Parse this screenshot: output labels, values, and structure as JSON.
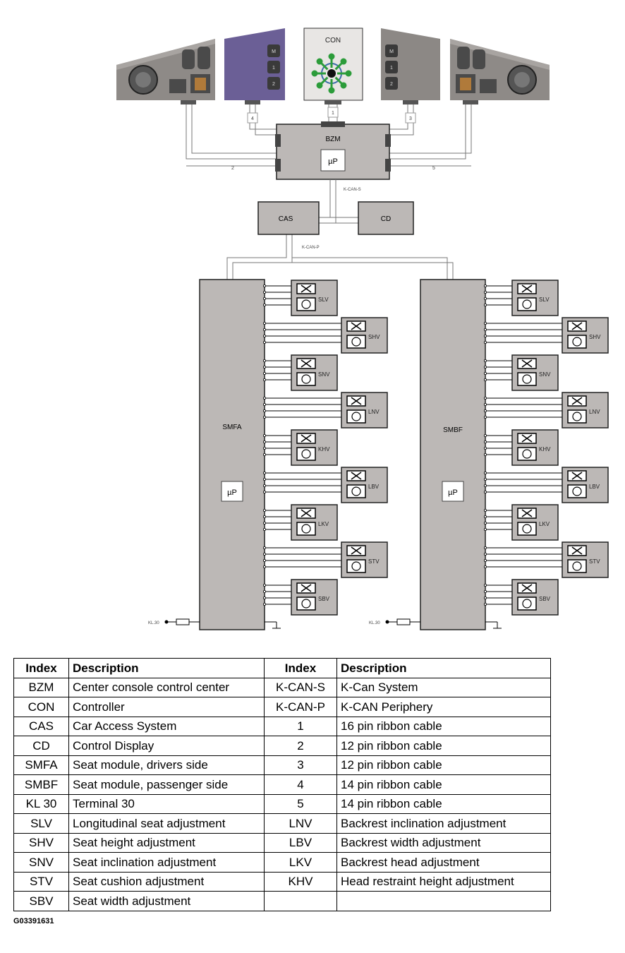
{
  "diagram": {
    "con_label": "CON",
    "bzm_label": "BZM",
    "up_label": "µP",
    "cas_label": "CAS",
    "cd_label": "CD",
    "kcan_s_label": "K-CAN-S",
    "kcan_p_label": "K-CAN-P",
    "cable_labels": [
      "1",
      "2",
      "3",
      "4",
      "5"
    ],
    "switch_labels": [
      "M",
      "1",
      "2"
    ],
    "smfa_label": "SMFA",
    "smbf_label": "SMBF",
    "kl30_label": "KL.30",
    "motors": [
      "SLV",
      "SHV",
      "SNV",
      "LNV",
      "KHV",
      "LBV",
      "LKV",
      "STV",
      "SBV"
    ]
  },
  "legend": {
    "headers": [
      "Index",
      "Description",
      "Index",
      "Description"
    ],
    "rows": [
      [
        "BZM",
        "Center console control center",
        "K-CAN-S",
        "K-Can System"
      ],
      [
        "CON",
        "Controller",
        "K-CAN-P",
        "K-CAN Periphery"
      ],
      [
        "CAS",
        "Car Access System",
        "1",
        "16 pin ribbon cable"
      ],
      [
        "CD",
        "Control Display",
        "2",
        "12 pin ribbon cable"
      ],
      [
        "SMFA",
        "Seat module, drivers side",
        "3",
        "12 pin ribbon cable"
      ],
      [
        "SMBF",
        "Seat module, passenger side",
        "4",
        "14 pin ribbon cable"
      ],
      [
        "KL 30",
        "Terminal 30",
        "5",
        "14 pin ribbon cable"
      ],
      [
        "SLV",
        "Longitudinal seat adjustment",
        "LNV",
        "Backrest inclination adjustment"
      ],
      [
        "SHV",
        "Seat height adjustment",
        "LBV",
        "Backrest width adjustment"
      ],
      [
        "SNV",
        "Seat inclination adjustment",
        "LKV",
        "Backrest head adjustment"
      ],
      [
        "STV",
        "Seat cushion adjustment",
        "KHV",
        "Head restraint height adjustment"
      ],
      [
        "SBV",
        "Seat width adjustment",
        "",
        ""
      ]
    ]
  },
  "figure_id": "G03391631",
  "colors": {
    "module_fill": "#bcb8b6",
    "panel_purple": "#6b5f96",
    "panel_grey": "#8c8885",
    "arrow_green": "#2c9c3a",
    "wire": "#000000"
  }
}
